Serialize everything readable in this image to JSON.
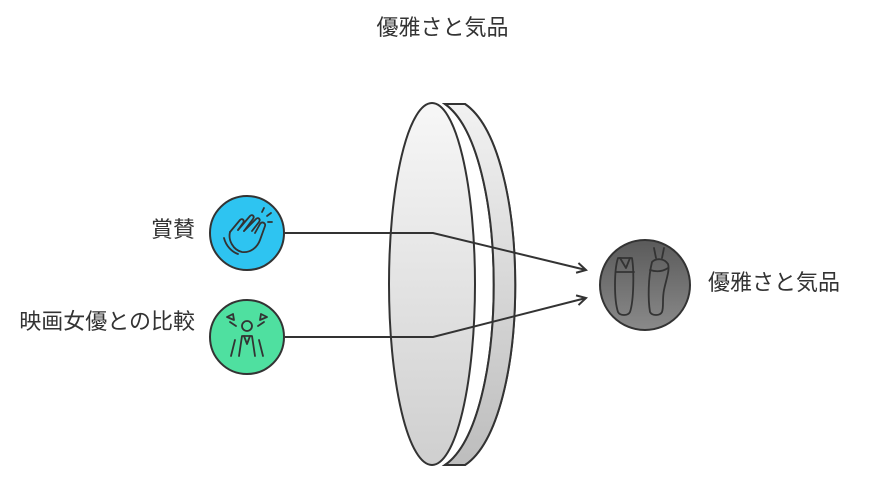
{
  "title": "優雅さと気品",
  "inputs": [
    {
      "label": "賞賛",
      "icon": "clapping-hands-icon",
      "color": "#2ec4f1"
    },
    {
      "label": "映画女優との比較",
      "icon": "actress-spotlight-icon",
      "color": "#4fe0a0"
    }
  ],
  "lens_color": "#e6e6e6",
  "output": {
    "label": "優雅さと気品",
    "icon": "ballet-shoes-icon",
    "color": "#6e6e6e"
  }
}
